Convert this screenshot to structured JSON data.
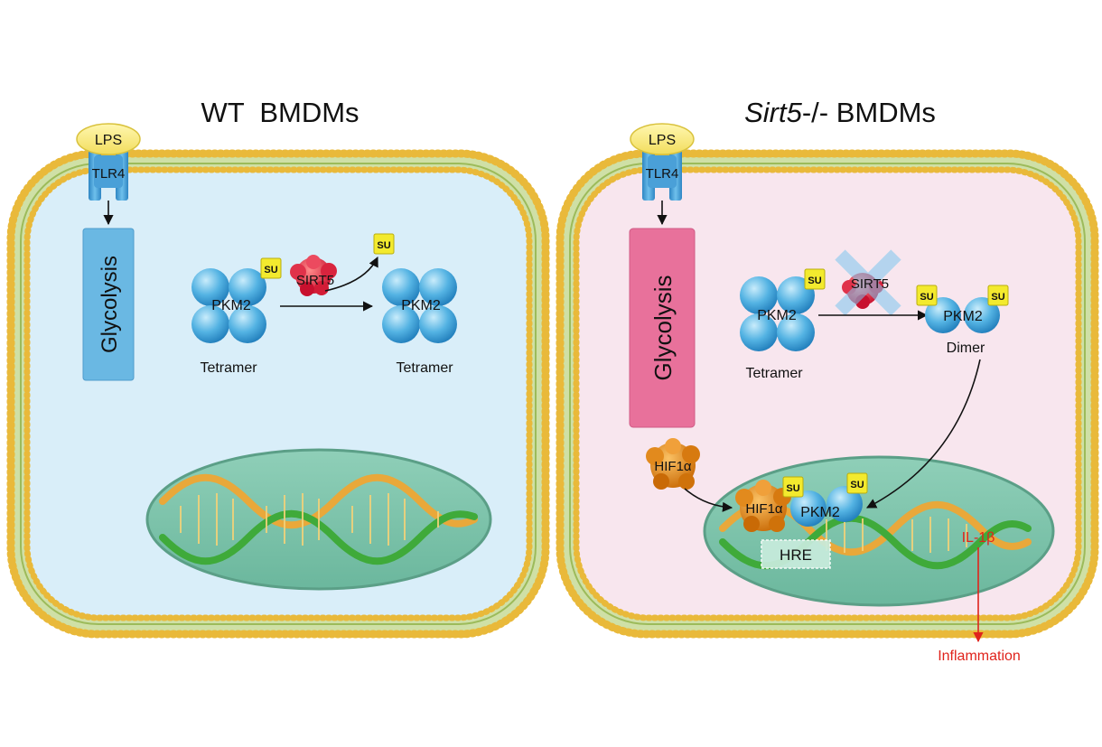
{
  "left_panel": {
    "title": "WT  BMDMs",
    "lps": "LPS",
    "tlr4": "TLR4",
    "glycolysis": "Glycolysis",
    "pkm2_left": "PKM2",
    "pkm2_right": "PKM2",
    "tetramer_left": "Tetramer",
    "tetramer_right": "Tetramer",
    "sirt5": "SIRT5",
    "su_on_tetramer": "SU",
    "su_released": "SU",
    "colors": {
      "cytoplasm": "#d9eef9",
      "glycolysis": "#6ab8e3"
    }
  },
  "right_panel": {
    "title_italic": "Sirt5",
    "title_rest": "-/- BMDMs",
    "lps": "LPS",
    "tlr4": "TLR4",
    "glycolysis": "Glycolysis",
    "pkm2_tetramer": "PKM2",
    "tetramer": "Tetramer",
    "sirt5": "SIRT5",
    "pkm2_dimer": "PKM2",
    "dimer": "Dimer",
    "su_1": "SU",
    "su_2": "SU",
    "su_3": "SU",
    "su_4": "SU",
    "su_5": "SU",
    "hif1a_free": "HIF1α",
    "hif1a_bound": "HIF1α",
    "pkm2_nucleus": "PKM2",
    "hre": "HRE",
    "il1b": "IL-1β",
    "inflammation": "Inflammation",
    "colors": {
      "cytoplasm": "#f8e6ee",
      "glycolysis": "#e8719b",
      "inflammation": "#e0231c"
    }
  }
}
